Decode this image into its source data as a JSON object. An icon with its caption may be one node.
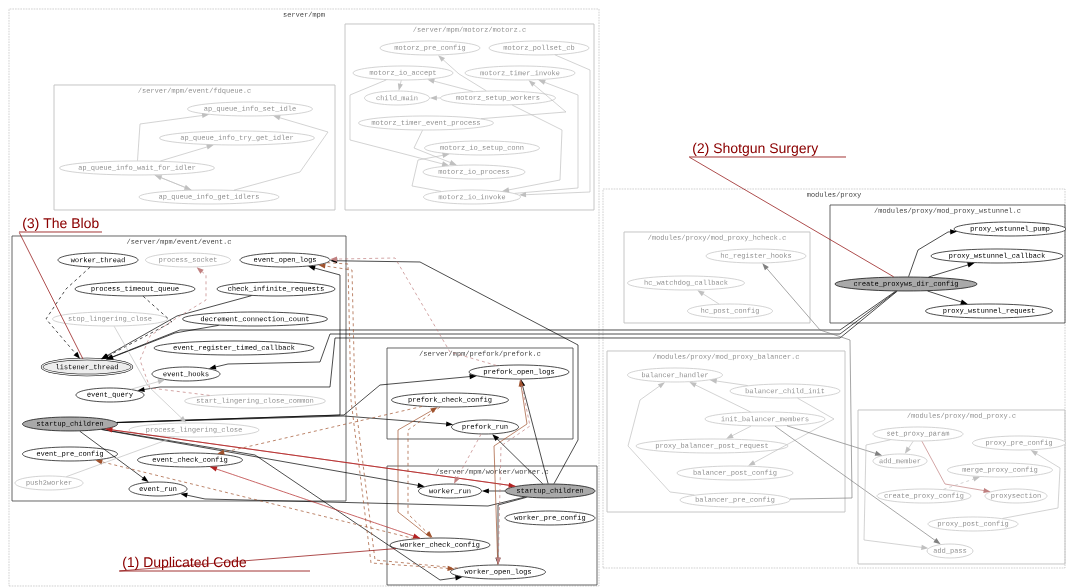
{
  "diagram": {
    "nodes": [
      {
        "text": [
          "server/mpm"
        ]
      },
      {
        "text": [
          "/server/mpm/event/fdqueue.c"
        ],
        "in": 0
      },
      {
        "text": [
          "ap_queue_info_set_idle"
        ],
        "in": 1
      },
      {
        "text": [
          "ap_queue_info_try_get_idler"
        ],
        "in": 1
      },
      {
        "text": [
          "ap_queue_info_wait_for_idler"
        ],
        "in": 1
      },
      {
        "text": [
          "ap_queue_info_get_idlers"
        ],
        "in": 1
      },
      {
        "text": [
          "/server/mpm/motorz/motorz.c"
        ],
        "in": 0
      },
      {
        "text": [
          "motorz_pre_config"
        ],
        "in": 6
      },
      {
        "text": [
          "motorz_pollset_cb"
        ],
        "in": 6
      },
      {
        "text": [
          "motorz_io_accept"
        ],
        "in": 6
      },
      {
        "text": [
          "motorz_timer_invoke"
        ],
        "in": 6
      },
      {
        "text": [
          "child_main"
        ],
        "in": 6
      },
      {
        "text": [
          "motorz_setup_workers"
        ],
        "in": 6
      },
      {
        "text": [
          "motorz_timer_event_process"
        ],
        "in": 6
      },
      {
        "text": [
          "motorz_io_setup_conn"
        ],
        "in": 6
      },
      {
        "text": [
          "motorz_io_process"
        ],
        "in": 6
      },
      {
        "text": [
          "motorz_io_invoke"
        ],
        "in": 6
      },
      {
        "text": [
          "/server/mpm/event/event.c"
        ],
        "in": 0
      },
      {
        "text": [
          "worker_thread"
        ],
        "in": 17
      },
      {
        "text": [
          "process_socket"
        ],
        "in": 17
      },
      {
        "text": [
          "event_open_logs"
        ],
        "in": 17
      },
      {
        "text": [
          "process_timeout_queue"
        ],
        "in": 17
      },
      {
        "text": [
          "check_infinite_requests"
        ],
        "in": 17
      },
      {
        "text": [
          "stop_lingering_close"
        ],
        "in": 17
      },
      {
        "text": [
          "decrement_connection_count"
        ],
        "in": 17
      },
      {
        "text": [
          "event_register_timed_callback"
        ],
        "in": 17
      },
      {
        "text": [
          "listener_thread"
        ],
        "in": 17
      },
      {
        "text": [
          "event_hooks"
        ],
        "in": 17
      },
      {
        "text": [
          "event_query"
        ],
        "in": 17
      },
      {
        "text": [
          "start_lingering_close_common"
        ],
        "in": 17
      },
      {
        "text": [
          "startup_children"
        ],
        "in": 17
      },
      {
        "text": [
          "process_lingering_close"
        ],
        "in": 17
      },
      {
        "text": [
          "event_pre_config"
        ],
        "in": 17
      },
      {
        "text": [
          "event_check_config"
        ],
        "in": 17
      },
      {
        "text": [
          "push2worker"
        ],
        "in": 17
      },
      {
        "text": [
          "event_run"
        ],
        "in": 17
      },
      {
        "text": [
          "/server/mpm/prefork/prefork.c"
        ],
        "in": 0
      },
      {
        "text": [
          "prefork_open_logs"
        ],
        "in": 36
      },
      {
        "text": [
          "prefork_check_config"
        ],
        "in": 36
      },
      {
        "text": [
          "prefork_run"
        ],
        "in": 36
      },
      {
        "text": [
          "/server/mpm/worker/worker.c"
        ],
        "in": 0
      },
      {
        "text": [
          "worker_run"
        ],
        "in": 40
      },
      {
        "text": [
          "startup_children"
        ],
        "in": 40
      },
      {
        "text": [
          "worker_pre_config"
        ],
        "in": 40
      },
      {
        "text": [
          "worker_check_config"
        ],
        "in": 40
      },
      {
        "text": [
          "worker_open_logs"
        ],
        "in": 40
      },
      {
        "text": [
          "modules/proxy"
        ]
      },
      {
        "text": [
          "/modules/proxy/mod_proxy_hcheck.c"
        ],
        "in": 46
      },
      {
        "text": [
          "hc_register_hooks"
        ],
        "in": 47
      },
      {
        "text": [
          "hc_watchdog_callback"
        ],
        "in": 47
      },
      {
        "text": [
          "hc_post_config"
        ],
        "in": 47
      },
      {
        "text": [
          "/modules/proxy/mod_proxy_wstunnel.c"
        ],
        "in": 46
      },
      {
        "text": [
          "proxy_wstunnel_pump"
        ],
        "in": 51
      },
      {
        "text": [
          "proxy_wstunnel_callback"
        ],
        "in": 51
      },
      {
        "text": [
          "create_proxyws_dir_config"
        ],
        "in": 51
      },
      {
        "text": [
          "proxy_wstunnel_request"
        ],
        "in": 51
      },
      {
        "text": [
          "/modules/proxy/mod_proxy_balancer.c"
        ],
        "in": 46
      },
      {
        "text": [
          "balancer_handler"
        ],
        "in": 56
      },
      {
        "text": [
          "balancer_child_init"
        ],
        "in": 56
      },
      {
        "text": [
          "init_balancer_members"
        ],
        "in": 56
      },
      {
        "text": [
          "proxy_balancer_post_request"
        ],
        "in": 56
      },
      {
        "text": [
          "balancer_post_config"
        ],
        "in": 56
      },
      {
        "text": [
          "balancer_pre_config"
        ],
        "in": 56
      },
      {
        "text": [
          "/modules/proxy/mod_proxy.c"
        ],
        "in": 46
      },
      {
        "text": [
          "set_proxy_param"
        ],
        "in": 63
      },
      {
        "text": [
          "add_member"
        ],
        "in": 63
      },
      {
        "text": [
          "proxy_pre_config"
        ],
        "in": 63
      },
      {
        "text": [
          "merge_proxy_config"
        ],
        "in": 63
      },
      {
        "text": [
          "create_proxy_config"
        ],
        "in": 63
      },
      {
        "text": [
          "proxysection"
        ],
        "in": 63
      },
      {
        "text": [
          "proxy_post_config"
        ],
        "in": 63
      },
      {
        "text": [
          "add_pass"
        ],
        "in": 63
      },
      {
        "text": [
          "(1) Duplicated Code"
        ],
        "in": 0
      },
      {
        "text": [
          "(2) Shotgun Surgery"
        ]
      },
      {
        "text": [
          "(3) The Blob"
        ],
        "in": 0
      }
    ],
    "edges": [
      {
        "from": 4,
        "to": 2,
        "arrow": "to",
        "color": "#c0c0c0"
      },
      {
        "from": 4,
        "to": 3,
        "arrow": "to",
        "color": "#c0c0c0"
      },
      {
        "from": 4,
        "to": 5,
        "arrow": "to",
        "color": "#c0c0c0"
      },
      {
        "from": 5,
        "to": 4,
        "arrow": "to",
        "color": "#c0c0c0"
      },
      {
        "from": 5,
        "to": 2,
        "arrow": "to",
        "color": "#c0c0c0"
      },
      {
        "from": 12,
        "to": 7,
        "arrow": "to",
        "color": "#c0c0c0"
      },
      {
        "from": 12,
        "to": 9,
        "arrow": "to",
        "color": "#c0c0c0"
      },
      {
        "from": 12,
        "to": 11,
        "arrow": "to",
        "color": "#c0c0c0"
      },
      {
        "from": 9,
        "to": 11,
        "arrow": "to",
        "color": "#c0c0c0"
      },
      {
        "from": 13,
        "to": 10,
        "arrow": "to",
        "color": "#c0c0c0"
      },
      {
        "from": 9,
        "to": 15,
        "arrow": "to",
        "color": "#c0c0c0"
      },
      {
        "from": 13,
        "to": 15,
        "arrow": "to",
        "color": "#c0c0c0"
      },
      {
        "from": 8,
        "to": 16,
        "arrow": "to",
        "color": "#c0c0c0"
      },
      {
        "from": 12,
        "to": 16,
        "arrow": "to",
        "color": "#c0c0c0"
      },
      {
        "from": 16,
        "to": 14,
        "arrow": "to",
        "color": "#c0c0c0"
      },
      {
        "from": 16,
        "to": 10,
        "arrow": "to",
        "color": "#c0c0c0"
      },
      {
        "from": 18,
        "to": 26,
        "arrow": "to",
        "style": "dashed",
        "color": "#000000"
      },
      {
        "from": 21,
        "to": 26,
        "arrow": "to",
        "style": "dashed",
        "color": "#000000"
      },
      {
        "from": 22,
        "to": 26,
        "arrow": "to",
        "color": "#000000"
      },
      {
        "from": 24,
        "to": 26,
        "arrow": "to",
        "color": "#000000"
      },
      {
        "from": 54,
        "to": 26,
        "arrow": "to",
        "color": "#000000"
      },
      {
        "from": 54,
        "to": 27,
        "arrow": "to",
        "color": "#000000"
      },
      {
        "from": 54,
        "to": 28,
        "arrow": "to",
        "color": "#000000"
      },
      {
        "from": 30,
        "to": 20,
        "arrow": "to",
        "color": "#000000"
      },
      {
        "from": 30,
        "to": 37,
        "arrow": "to",
        "color": "#000000"
      },
      {
        "from": 30,
        "to": 39,
        "arrow": "to",
        "color": "#000000"
      },
      {
        "from": 30,
        "to": 35,
        "arrow": "to",
        "color": "#000000"
      },
      {
        "from": 30,
        "to": 41,
        "arrow": "to",
        "color": "#000000"
      },
      {
        "from": 30,
        "to": 45,
        "arrow": "to",
        "color": "#000000"
      },
      {
        "from": 42,
        "to": 20,
        "arrow": "to",
        "color": "#000000"
      },
      {
        "from": 42,
        "to": 39,
        "arrow": "to",
        "color": "#000000"
      },
      {
        "from": 42,
        "to": 37,
        "arrow": "to",
        "color": "#000000"
      },
      {
        "from": 42,
        "to": 45,
        "arrow": "to",
        "color": "#000000"
      },
      {
        "from": 42,
        "to": 41,
        "arrow": "to",
        "color": "#000000"
      },
      {
        "from": 42,
        "to": 35,
        "arrow": "to",
        "color": "#000000"
      },
      {
        "from": 30,
        "to": 42,
        "arrow": "to",
        "color": "#b22222"
      },
      {
        "from": 42,
        "to": 30,
        "arrow": "to",
        "color": "#b22222"
      },
      {
        "from": 33,
        "to": 44,
        "arrow": "to",
        "style": "dashed",
        "color": "#b22222"
      },
      {
        "from": 44,
        "to": 33,
        "arrow": "to",
        "style": "dashed",
        "color": "#b22222"
      },
      {
        "from": 38,
        "to": 33,
        "arrow": "to",
        "style": "dashed",
        "color": "#a0522d"
      },
      {
        "from": 44,
        "to": 32,
        "arrow": "to",
        "style": "dashed",
        "color": "#a0522d"
      },
      {
        "from": 45,
        "to": 20,
        "arrow": "to",
        "style": "dashed",
        "color": "#a0522d"
      },
      {
        "from": 20,
        "to": 45,
        "arrow": "to",
        "style": "dashed",
        "color": "#a0522d"
      },
      {
        "from": 44,
        "to": 38,
        "arrow": "to",
        "color": "#a0522d"
      },
      {
        "from": 38,
        "to": 44,
        "arrow": "to",
        "style": "dashed",
        "color": "#a0522d"
      },
      {
        "from": 45,
        "to": 37,
        "arrow": "to",
        "color": "#a0522d"
      },
      {
        "from": 37,
        "to": 20,
        "arrow": "to",
        "style": "dashed",
        "color": "#c08080"
      },
      {
        "from": 37,
        "to": 45,
        "arrow": "to",
        "style": "dashed",
        "color": "#c08080"
      },
      {
        "from": 39,
        "to": 41,
        "arrow": "to",
        "style": "dashed",
        "color": "#c08080"
      },
      {
        "from": 29,
        "to": 19,
        "arrow": "to",
        "style": "dashed",
        "color": "#c08080"
      },
      {
        "from": 23,
        "to": 31,
        "arrow": "to",
        "color": "#c0c0c0"
      },
      {
        "from": 28,
        "to": 27,
        "arrow": "to",
        "color": "#c0c0c0"
      },
      {
        "from": 34,
        "to": 31,
        "arrow": "none",
        "color": "#c0c0c0"
      },
      {
        "from": 54,
        "to": 52,
        "arrow": "to",
        "color": "#000000"
      },
      {
        "from": 54,
        "to": 53,
        "arrow": "to",
        "color": "#000000"
      },
      {
        "from": 54,
        "to": 55,
        "arrow": "to",
        "color": "#000000"
      },
      {
        "from": 50,
        "to": 49,
        "arrow": "to",
        "color": "#c0c0c0"
      },
      {
        "from": 62,
        "to": 48,
        "arrow": "to",
        "color": "#808080"
      },
      {
        "from": 58,
        "to": 57,
        "arrow": "to",
        "color": "#c0c0c0"
      },
      {
        "from": 59,
        "to": 57,
        "arrow": "to",
        "color": "#c0c0c0"
      },
      {
        "from": 62,
        "to": 57,
        "arrow": "to",
        "color": "#c0c0c0"
      },
      {
        "from": 59,
        "to": 60,
        "arrow": "to",
        "color": "#c0c0c0"
      },
      {
        "from": 58,
        "to": 61,
        "arrow": "to",
        "color": "#c0c0c0"
      },
      {
        "from": 59,
        "to": 65,
        "arrow": "to",
        "color": "#808080"
      },
      {
        "from": 59,
        "to": 71,
        "arrow": "to",
        "color": "#808080"
      },
      {
        "from": 64,
        "to": 65,
        "arrow": "to",
        "color": "#c0c0c0"
      },
      {
        "from": 64,
        "to": 71,
        "arrow": "to",
        "color": "#c0c0c0"
      },
      {
        "from": 64,
        "to": 69,
        "arrow": "to",
        "color": "#c08080"
      },
      {
        "from": 68,
        "to": 67,
        "arrow": "to",
        "style": "dashed",
        "color": "#c0c0c0"
      },
      {
        "from": 70,
        "to": 66,
        "arrow": "to",
        "color": "#c0c0c0"
      },
      {
        "from": 74,
        "to": 26,
        "arrow": "none",
        "color": "#8b0000"
      },
      {
        "from": 73,
        "to": 54,
        "arrow": "none",
        "color": "#8b0000"
      },
      {
        "from": 72,
        "to": 44,
        "arrow": "none",
        "color": "#8b0000"
      }
    ]
  }
}
